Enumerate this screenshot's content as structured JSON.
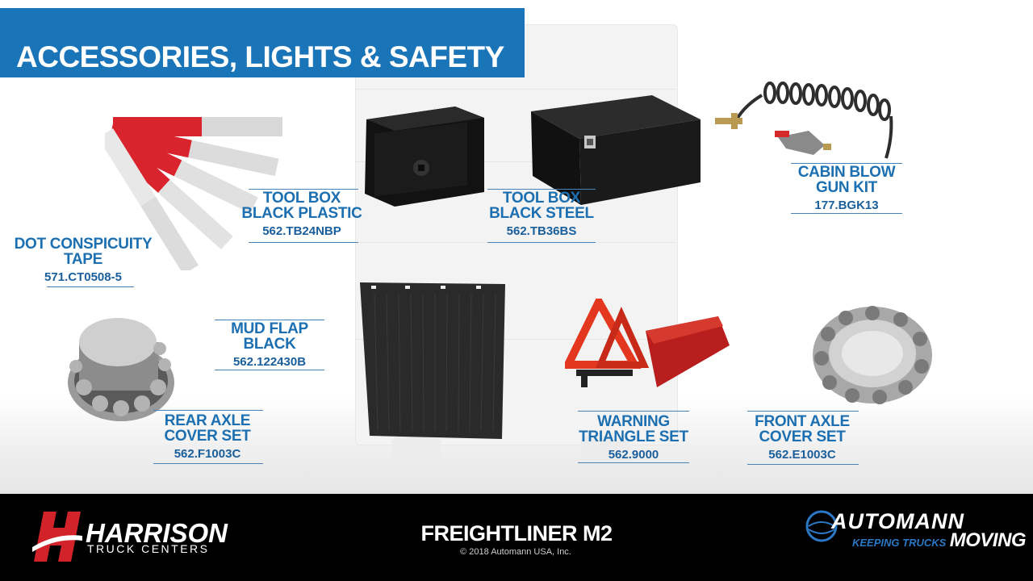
{
  "title": "ACCESSORIES, LIGHTS & SAFETY",
  "products": {
    "dot_tape": {
      "name_line1": "DOT CONSPICUITY",
      "name_line2": "TAPE",
      "code": "571.CT0508-5"
    },
    "toolbox_plastic": {
      "name_line1": "TOOL BOX",
      "name_line2": "BLACK PLASTIC",
      "code": "562.TB24NBP"
    },
    "toolbox_steel": {
      "name_line1": "TOOL BOX",
      "name_line2": "BLACK STEEL",
      "code": "562.TB36BS"
    },
    "blow_gun": {
      "name_line1": "CABIN BLOW",
      "name_line2": "GUN KIT",
      "code": "177.BGK13"
    },
    "mud_flap": {
      "name_line1": "MUD FLAP",
      "name_line2": "BLACK",
      "code": "562.122430B"
    },
    "rear_axle": {
      "name_line1": "REAR AXLE",
      "name_line2": "COVER SET",
      "code": "562.F1003C"
    },
    "warning_triangle": {
      "name_line1": "WARNING",
      "name_line2": "TRIANGLE SET",
      "code": "562.9000"
    },
    "front_axle": {
      "name_line1": "FRONT AXLE",
      "name_line2": "COVER SET",
      "code": "562.E1003C"
    }
  },
  "footer": {
    "model": "FREIGHTLINER M2",
    "copyright": "© 2018 Automann USA, Inc.",
    "harrison_name": "HARRISON",
    "harrison_sub": "TRUCK CENTERS",
    "automann_name": "AUTOMANN",
    "automann_tag1": "KEEPING TRUCKS",
    "automann_tag2": "MOVING"
  },
  "colors": {
    "banner": "#1a74b8",
    "label": "#1c6fb0",
    "footer": "#000000",
    "harrison_red": "#d2232a"
  }
}
